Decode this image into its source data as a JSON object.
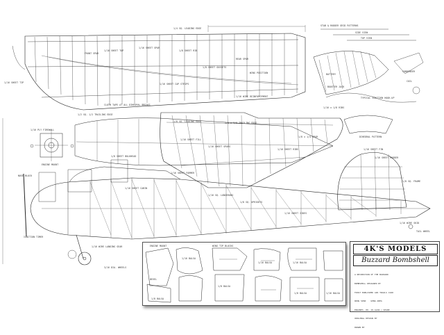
{
  "plan": {
    "wing_labels": [
      "1/4 SQ. LEADING EDGE",
      "1/16 SHEET TOP",
      "1/16 SHEET SPAR",
      "1/8 SHEET RIB",
      "1/16 SHEET TIP",
      "1/16 SHEET CAP STRIPS",
      "1/2 SQ. 1/2 TRAILING EDGE",
      "FRONT SPAR",
      "REAR SPAR",
      "1/8 SHEET GUSSETS",
      "WING POSITION",
      "1/16 WIRE REINFORCEMENT",
      "CLOTH TAPE AT ALL DIHEDRAL BREAKS"
    ],
    "tail_labels": [
      "1/8 SQ. LEADING EDGE",
      "1/16 SHEET SPARS",
      "1/16 SHEET RIBS",
      "1/4 x 3/8 TRAILING EDGE",
      "1/16 SHEET FILL",
      "1/8 x 1/4 SPAR"
    ],
    "fuselage_labels": [
      "1/16 SHEET FORMER",
      "1/16 SQ. LONGERONS",
      "1/8 SQ. UPRIGHTS",
      "1/16 SHEET SIDES",
      "1/16 WIRE LANDING GEAR",
      "IGNITION TIMER",
      "ENGINE MOUNT",
      "1/8 SHEET BULKHEAD",
      "1/16 PLY FIREWALL",
      "3/16 DIA. WHEELS",
      "1/16 SHEET CABIN"
    ],
    "fin_labels": [
      "1/16 SHEET FIN",
      "1/16 SHEET RUDDER",
      "1/8 SQ. FRAME",
      "1/16 WIRE SKID",
      "TAIL WHEEL"
    ],
    "misc_labels": [
      "DIHEDRAL PATTERN",
      "TYPICAL IGNITION HOOK-UP",
      "BATTERY",
      "COIL",
      "BOOSTER JACK",
      "CONDENSER",
      "1/16 x 1/8 RIBS",
      "SIDE VIEW",
      "TOP VIEW",
      "STAB & RUDDER GRID PATTERNS",
      "NOSE BLOCK"
    ]
  },
  "title_block": {
    "brand": "4K'S MODELS",
    "name": "Buzzard Bombshell",
    "notes": [
      "A RECREATION OF THE BUZZARD",
      "BOMBSHELL DESIGNED BY",
      "FIRST PUBLISHED AIR TRAILS 1940",
      "WING SPAN    WING AREA",
      "ENGINES .09-.19 GLOW / SPARK",
      "ORIGINAL DESIGN BY",
      "DRAWN BY"
    ]
  },
  "inset": {
    "labels": [
      "1/8 BALSA",
      "1/16 BALSA",
      "1/8 BALSA",
      "1/16 BALSA",
      "BEVEL",
      "1/16 BALSA",
      "1/8 BALSA",
      "1/16 BALSA",
      "WING TIP BLOCKS",
      "ENGINE MOUNT"
    ]
  }
}
